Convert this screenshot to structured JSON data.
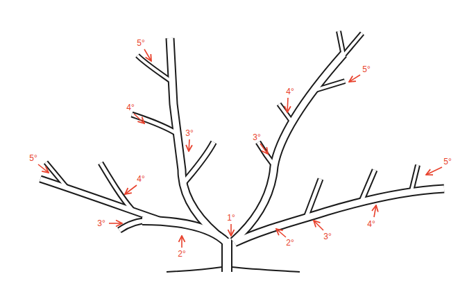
{
  "diagram": {
    "labels": [
      "5°",
      "5°",
      "4°",
      "4°",
      "3°",
      "3°",
      "5°",
      "5°",
      "4°",
      "1°",
      "3°",
      "4°",
      "3°",
      "2°",
      "2°"
    ]
  }
}
